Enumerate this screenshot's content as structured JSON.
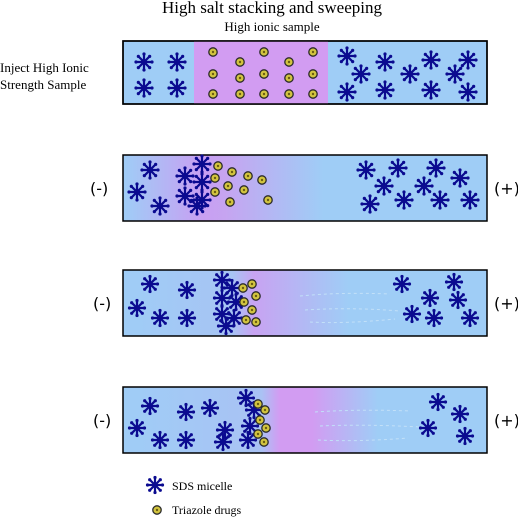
{
  "title": "High salt stacking and sweeping",
  "subtitle": "High ionic sample",
  "step_label_line1": "Inject High Ionic",
  "step_label_line2": "Strength Sample",
  "negative_electrode": "(-)",
  "positive_electrode": "(+)",
  "legend": {
    "micelle": "SDS micelle",
    "drug": "Triazole drugs"
  },
  "colors": {
    "capillary_fill": "#9fcdf6",
    "sample_zone": "#d29cf2",
    "micelle": "#0b0b90",
    "drug_fill": "#d2c43f",
    "drug_outline": "#2a2a2a",
    "outline": "#000000"
  },
  "icons": {
    "micelle": "sds-micelle-icon",
    "drug": "triazole-drug-icon"
  }
}
